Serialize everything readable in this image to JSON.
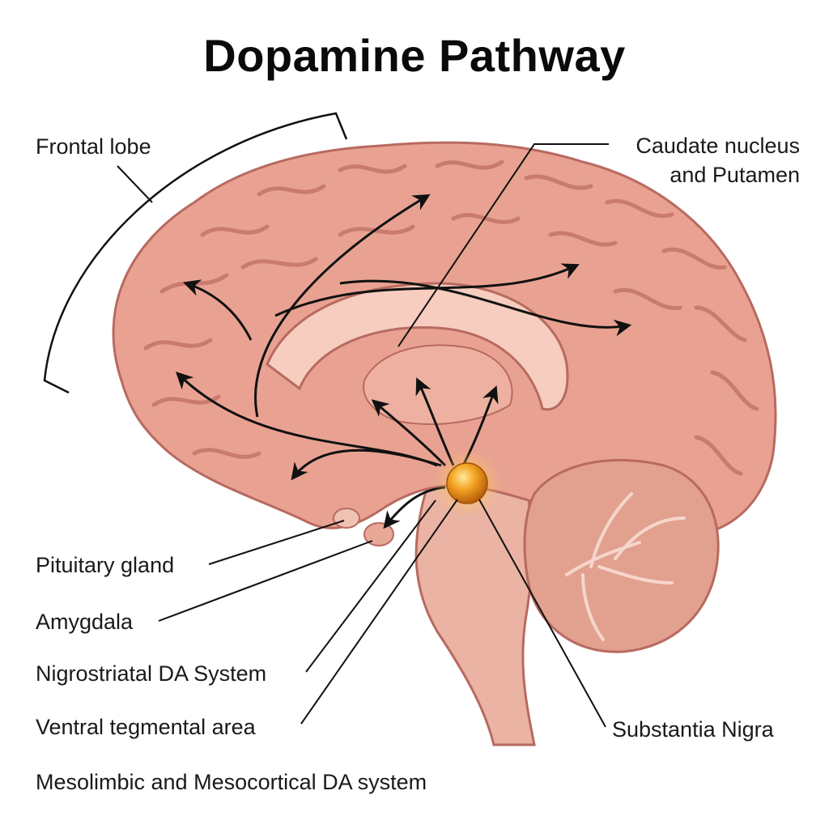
{
  "diagram": {
    "title": "Dopamine Pathway",
    "labels": {
      "frontal_lobe": "Frontal lobe",
      "caudate_line1": "Caudate nucleus",
      "caudate_line2": "and Putamen",
      "pituitary": "Pituitary gland",
      "amygdala": "Amygdala",
      "nigrostriatal": "Nigrostriatal DA System",
      "vta": "Ventral tegmental area",
      "mesolimbic": "Mesolimbic and Mesocortical DA system",
      "substantia_nigra": "Substantia Nigra"
    },
    "colors": {
      "brain_fill": "#e9a292",
      "brain_outline": "#b86a60",
      "brain_light": "#f6cdbf",
      "gyri": "#c97b6e",
      "cerebellum_fill": "#e2a08f",
      "brainstem": "#eab3a4",
      "nucleus": "#f0a020",
      "arrow": "#111111"
    }
  }
}
